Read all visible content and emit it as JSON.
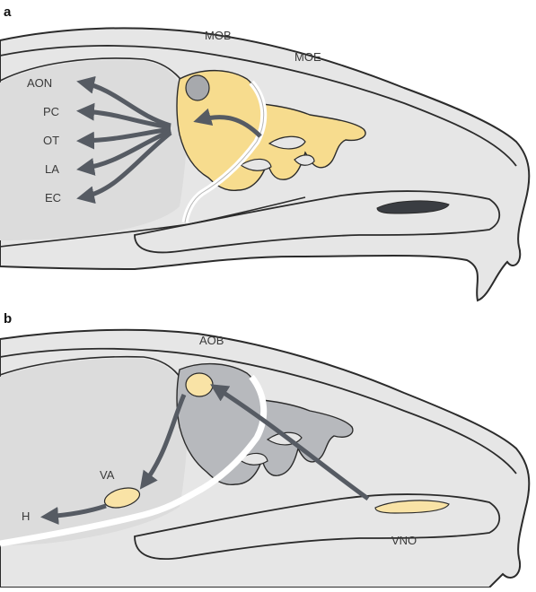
{
  "panel_a": {
    "letter": "a",
    "top_labels": {
      "mob": "MOB",
      "moe": "MOE"
    },
    "targets": [
      "AON",
      "PC",
      "OT",
      "LA",
      "EC"
    ]
  },
  "panel_b": {
    "letter": "b",
    "labels": {
      "aob": "AOB",
      "va": "VA",
      "h": "H",
      "vno": "VNO"
    }
  },
  "colors": {
    "tissue": "#e6e6e6",
    "outline": "#2b2b2b",
    "mob_yellow": "#f7dc8e",
    "aob_yellow": "#f9e3a6",
    "arrow": "#565b63",
    "aob_region": "#b7b9bd",
    "vno_dark": "#3a3d42"
  },
  "icons": [
    "arrow-icon"
  ]
}
